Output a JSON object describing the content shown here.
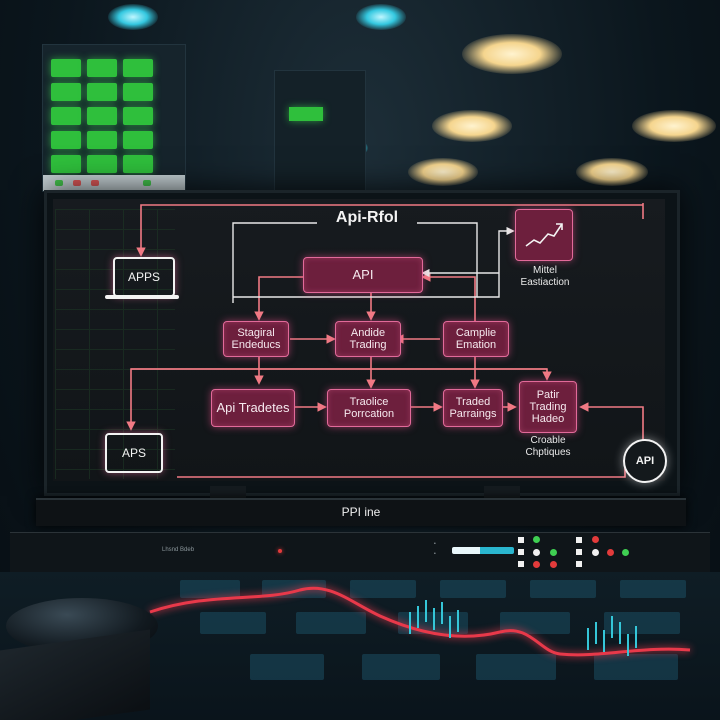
{
  "diagram": {
    "title": "Api-Rfol",
    "nodes": {
      "api": "API",
      "staging": "Stagiral Endeducs",
      "andide": "Andide Trading",
      "camplie": "Camplie Emation",
      "api_tradetes": "Api Tradetes",
      "traolice": "Traolice Porrcation",
      "traded": "Traded Parraings",
      "patir": "Patir Trading Hadeo"
    },
    "devices": {
      "apps_laptop": "APPS",
      "apps_box": "APS",
      "api_bulb": "API"
    },
    "labels": {
      "market_evaluation": "Mittel Eastiaction",
      "creable_captiques": "Croable Chptiques"
    },
    "colors": {
      "node_fill": "#6d1f3d",
      "node_border": "#e26a9a",
      "connector": "#f07a84",
      "line_white": "#e8e8e8"
    }
  },
  "stand": {
    "label": "PPI ine"
  },
  "deck": {
    "label": "Lhsnd Bdeb"
  }
}
